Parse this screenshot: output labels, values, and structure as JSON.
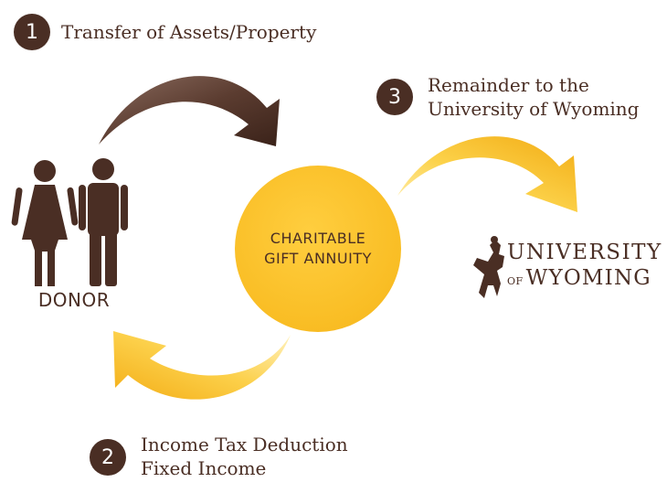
{
  "colors": {
    "brown": "#4a2e24",
    "gold": "#f9bd24",
    "white": "#ffffff"
  },
  "steps": [
    {
      "number": "1",
      "lines": [
        "Transfer of Assets/Property"
      ]
    },
    {
      "number": "2",
      "lines": [
        "Income Tax Deduction",
        "Fixed Income"
      ]
    },
    {
      "number": "3",
      "lines": [
        "Remainder to the",
        "University of Wyoming"
      ]
    }
  ],
  "center": {
    "lines": [
      "CHARITABLE",
      "GIFT ANNUITY"
    ]
  },
  "donor": {
    "label": "DONOR",
    "icon": "man-and-woman-icon"
  },
  "university": {
    "logo_icon": "bucking-horse-and-rider-logo",
    "wordmark_line1": "UNIVERSITY",
    "wordmark_of": "OF",
    "wordmark_line2": "WYOMING"
  },
  "arrows": [
    {
      "name": "donor-to-annuity",
      "color": "#4a2e24"
    },
    {
      "name": "annuity-to-university",
      "color": "#f9bd24"
    },
    {
      "name": "annuity-to-donor",
      "color": "#f9bd24"
    }
  ]
}
